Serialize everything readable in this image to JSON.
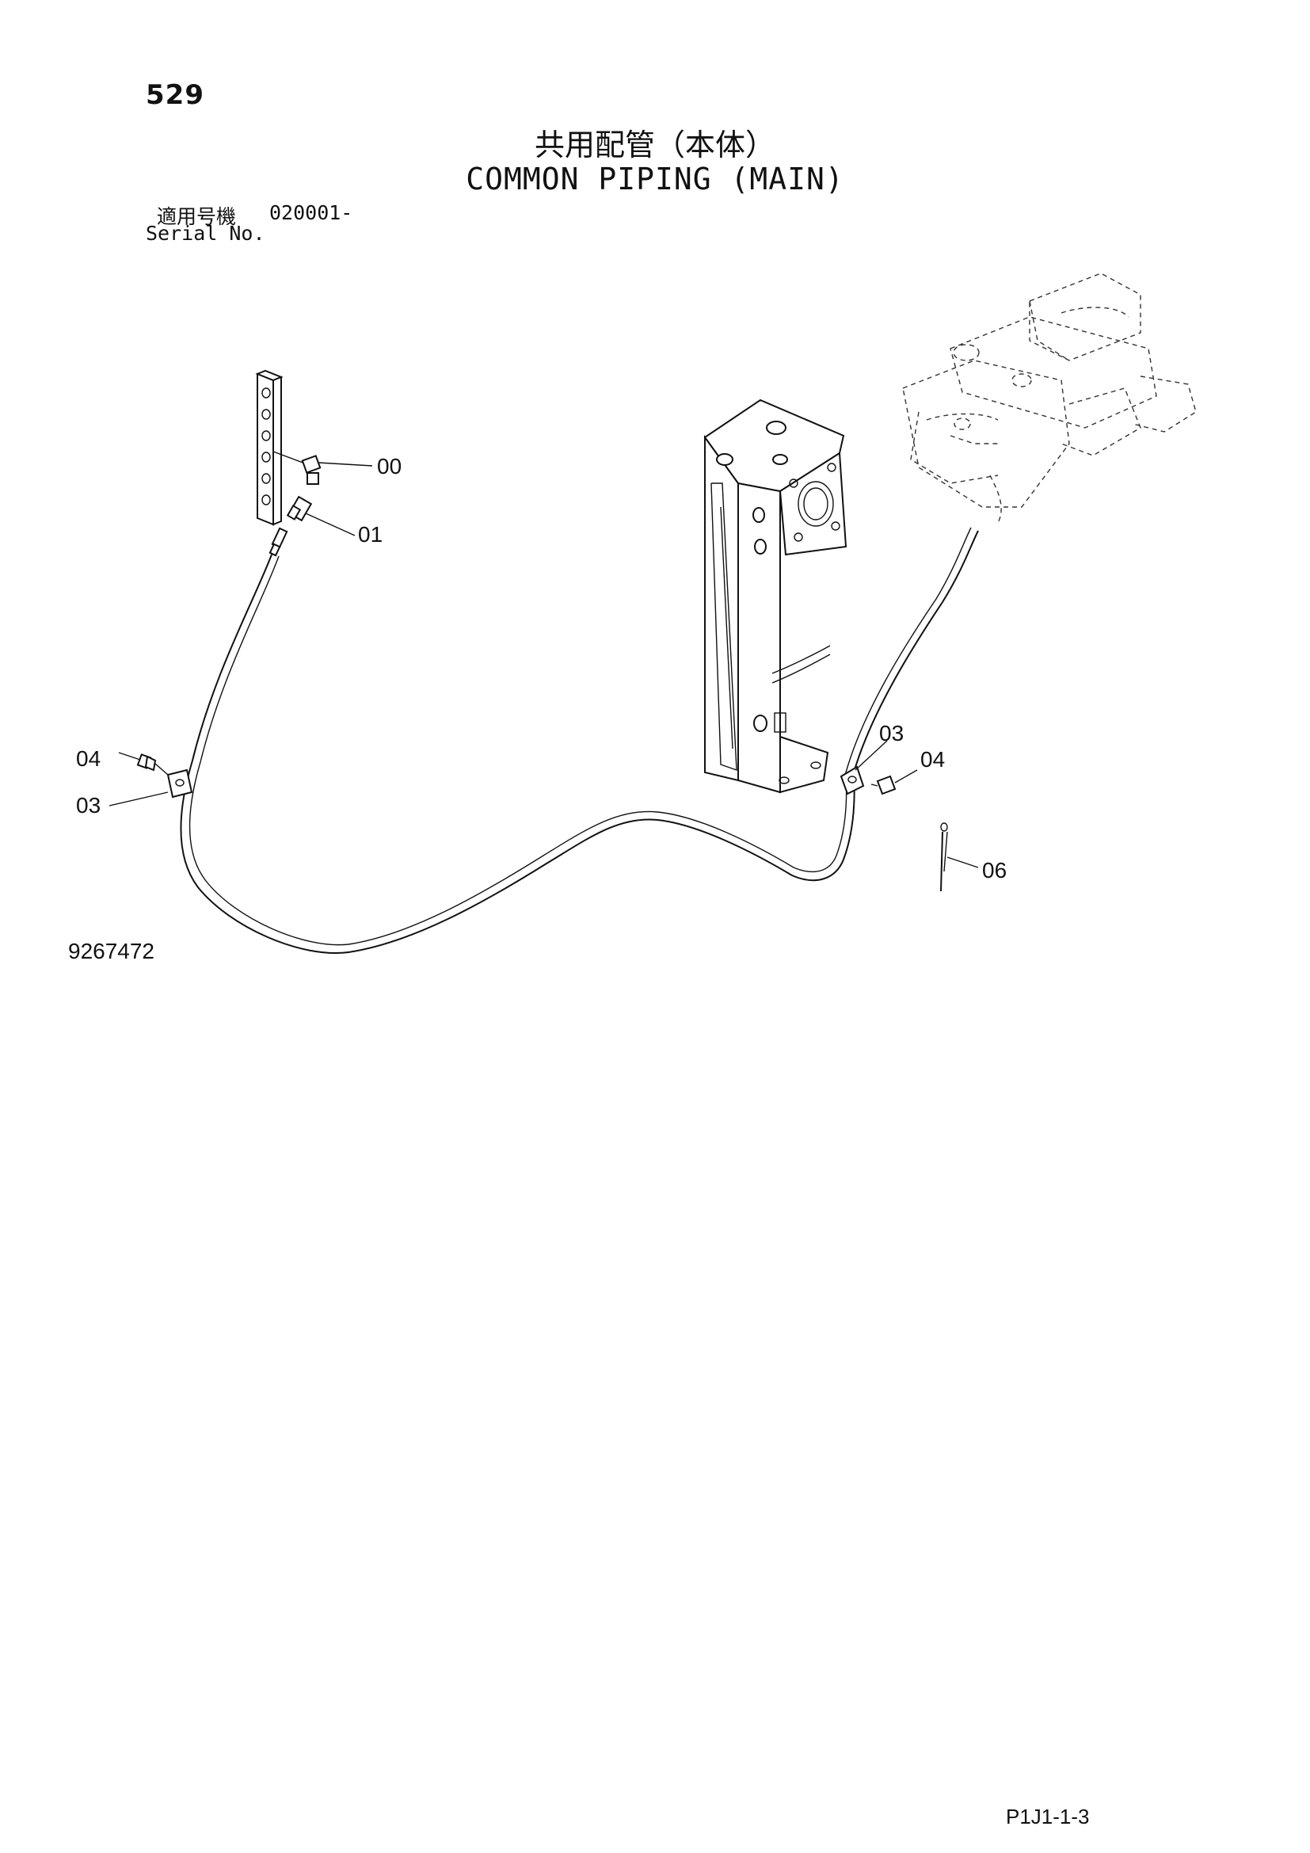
{
  "header": {
    "page_number": "529",
    "title_ja": "共用配管（本体）",
    "title_en": "COMMON PIPING (MAIN)",
    "serial_label_ja": "適用号機",
    "serial_value": "020001-",
    "serial_label_en": "Serial No."
  },
  "callouts": {
    "c00": "00",
    "c01": "01",
    "c04_left": "04",
    "c03_left": "03",
    "c03_right": "03",
    "c04_right": "04",
    "c06": "06"
  },
  "figure_number": "9267472",
  "footer_code": "P1J1-1-3"
}
